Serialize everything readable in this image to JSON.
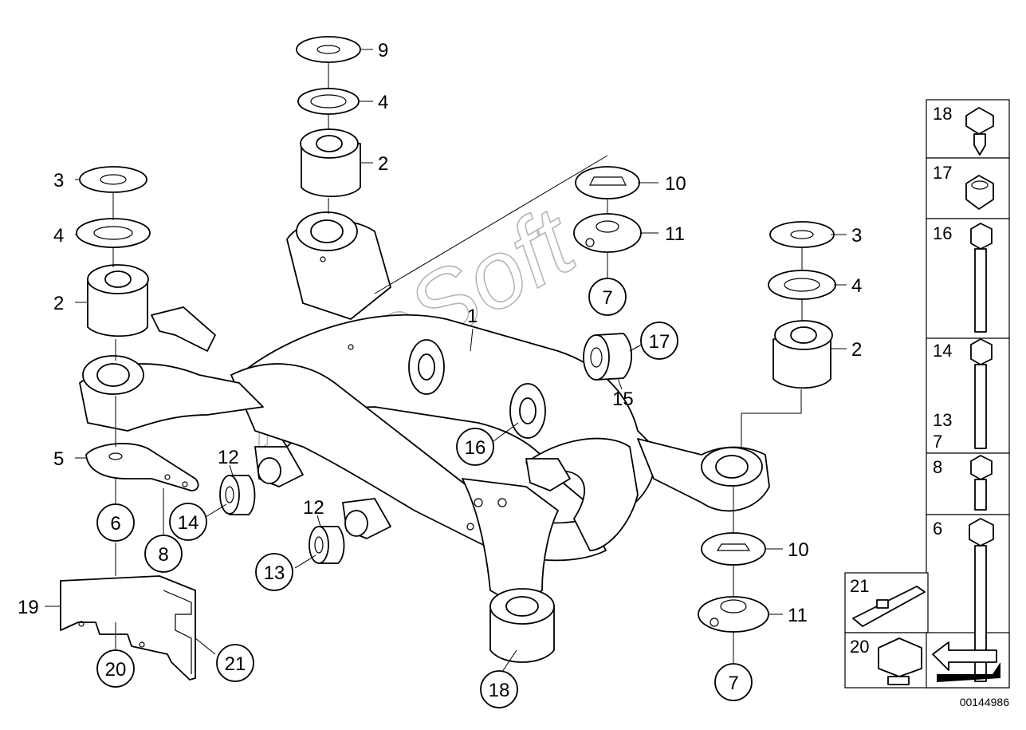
{
  "diagram": {
    "reference_number": "00144986",
    "watermark": "AutoSoft",
    "callouts": {
      "left_stack": {
        "c3": "3",
        "c4": "4",
        "c2": "2",
        "c5": "5",
        "c6": "6",
        "c8": "8",
        "c19": "19",
        "c20": "20",
        "c21": "21"
      },
      "top_stack": {
        "c9": "9",
        "c4": "4",
        "c2": "2"
      },
      "center": {
        "c1": "1",
        "c10": "10",
        "c11": "11",
        "c7": "7",
        "c17": "17",
        "c15": "15",
        "c16": "16",
        "c12a": "12",
        "c14": "14",
        "c12b": "12",
        "c13": "13",
        "c18": "18"
      },
      "right_stack": {
        "c3": "3",
        "c4": "4",
        "c2": "2",
        "c10": "10",
        "c11": "11",
        "c7": "7"
      }
    },
    "side_panel": {
      "items": [
        "18",
        "17",
        "16",
        "14",
        "13",
        "7",
        "8",
        "6",
        "21",
        "20"
      ]
    }
  }
}
